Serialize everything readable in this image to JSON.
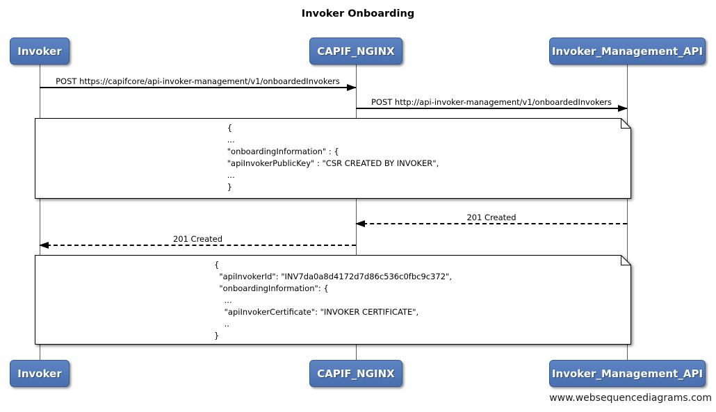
{
  "title": "Invoker Onboarding",
  "watermark": "www.websequencediagrams.com",
  "colors": {
    "actor_fill_top": "#5d85c4",
    "actor_fill_bottom": "#486fae",
    "actor_border": "#34588f",
    "actor_text": "#ffffff",
    "line": "#000000",
    "note_fill": "#ffffff"
  },
  "actors": [
    {
      "name": "Invoker"
    },
    {
      "name": "CAPIF_NGINX"
    },
    {
      "name": "Invoker_Management_API"
    }
  ],
  "messages": [
    {
      "label": "POST https://capifcore/api-invoker-management/v1/onboardedInvokers",
      "from": "Invoker",
      "to": "CAPIF_NGINX",
      "style": "solid"
    },
    {
      "label": "POST http://api-invoker-management/v1/onboardedInvokers",
      "from": "CAPIF_NGINX",
      "to": "Invoker_Management_API",
      "style": "solid"
    },
    {
      "label": "201 Created",
      "from": "Invoker_Management_API",
      "to": "CAPIF_NGINX",
      "style": "dashed"
    },
    {
      "label": "201 Created",
      "from": "CAPIF_NGINX",
      "to": "Invoker",
      "style": "dashed"
    }
  ],
  "notes": [
    {
      "over": "Invoker, Invoker_Management_API",
      "lines": [
        "{",
        "...",
        "\"onboardingInformation\" : {",
        "\"apiInvokerPublicKey\" : \"CSR CREATED BY INVOKER\",",
        "...",
        "}"
      ]
    },
    {
      "over": "Invoker, Invoker_Management_API",
      "lines": [
        "{",
        "  \"apiInvokerId\": \"INV7da0a8d4172d7d86c536c0fbc9c372\",",
        "  \"onboardingInformation\": {",
        "    ...",
        "    \"apiInvokerCertificate\": \"INVOKER CERTIFICATE\",",
        "    ..",
        "}"
      ]
    }
  ]
}
